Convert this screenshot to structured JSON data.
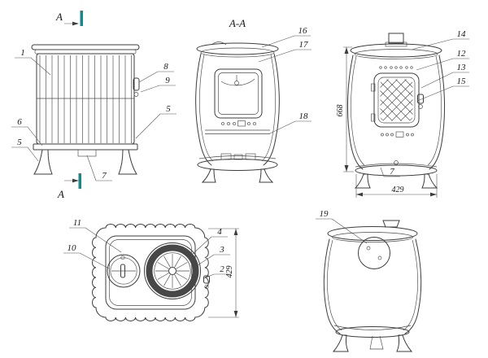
{
  "drawing": {
    "background": "#ffffff",
    "line_color": "#3d3d3d",
    "section_mark_color": "#0d8e8e",
    "section": {
      "letter": "A",
      "title": "A-A"
    },
    "dimensions": {
      "height": "668",
      "width": "429",
      "depth": "429"
    },
    "callouts": {
      "side": {
        "c1": "1",
        "c8": "8",
        "c9": "9",
        "c5_right": "5",
        "c6": "6",
        "c5_left": "5",
        "c7": "7"
      },
      "section": {
        "c16": "16",
        "c17": "17",
        "c18": "18"
      },
      "front": {
        "c14": "14",
        "c12": "12",
        "c13": "13",
        "c15": "15",
        "c7": "7"
      },
      "top": {
        "c11": "11",
        "c10": "10",
        "c4": "4",
        "c3": "3",
        "c2": "2"
      },
      "back": {
        "c19": "19"
      }
    }
  }
}
